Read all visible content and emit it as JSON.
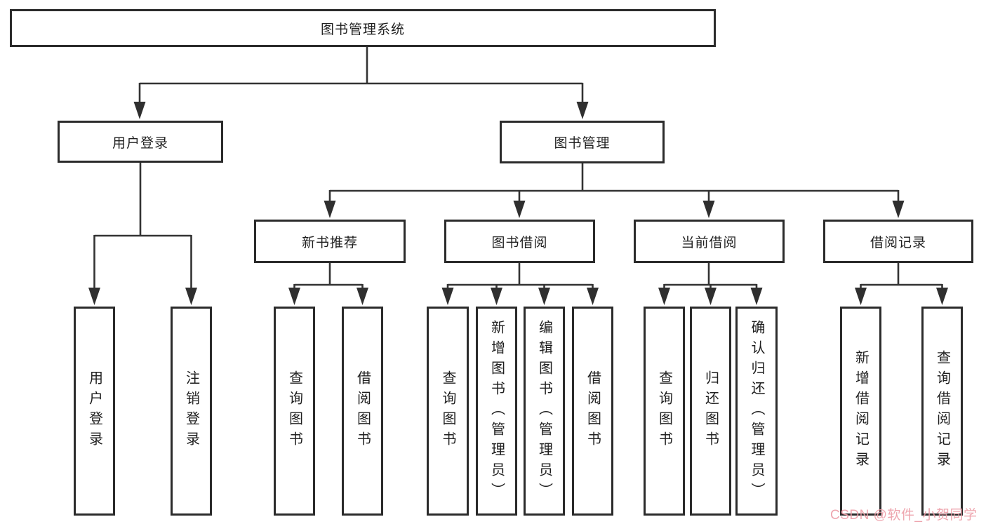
{
  "tree": {
    "label": "图书管理系统",
    "children": [
      {
        "label": "用户登录",
        "children": [
          {
            "label": "用户登录"
          },
          {
            "label": "注销登录"
          }
        ]
      },
      {
        "label": "图书管理",
        "children": [
          {
            "label": "新书推荐",
            "children": [
              {
                "label": "查询图书"
              },
              {
                "label": "借阅图书"
              }
            ]
          },
          {
            "label": "图书借阅",
            "children": [
              {
                "label": "查询图书"
              },
              {
                "label": "新增图书（管理员）"
              },
              {
                "label": "编辑图书（管理员）"
              },
              {
                "label": "借阅图书"
              }
            ]
          },
          {
            "label": "当前借阅",
            "children": [
              {
                "label": "查询图书"
              },
              {
                "label": "归还图书"
              },
              {
                "label": "确认归还（管理员）"
              }
            ]
          },
          {
            "label": "借阅记录",
            "children": [
              {
                "label": "新增借阅记录"
              },
              {
                "label": "查询借阅记录"
              }
            ]
          }
        ]
      }
    ]
  },
  "watermark": {
    "text": "CSDN @软件_小贺同学",
    "color": "#ED9CA6"
  },
  "colors": {
    "line": "#333333",
    "arrow": "#2f2f2f",
    "box_border": "#2B2B2B",
    "text": "#1F1F1F",
    "background": "#FFFFFF"
  }
}
